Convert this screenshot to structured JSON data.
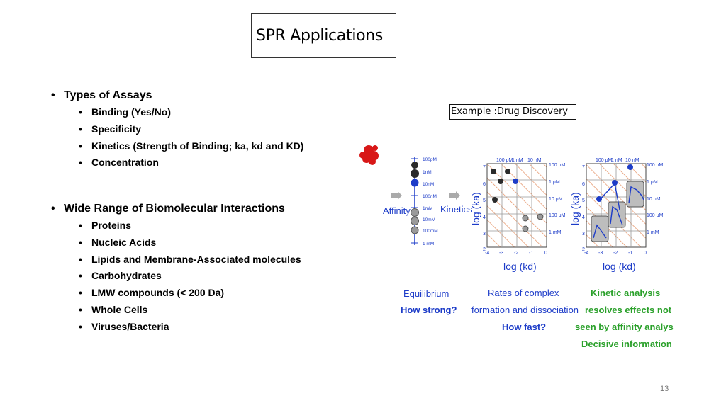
{
  "slide": {
    "title": "SPR Applications",
    "page_number": "13",
    "example_label": "Example :Drug Discovery"
  },
  "assays": {
    "heading": "Types of Assays",
    "items": [
      "Binding (Yes/No)",
      "Specificity",
      "Kinetics (Strength of Binding; ka, kd and KD)",
      "Concentration"
    ]
  },
  "interactions": {
    "heading": "Wide Range of Biomolecular Interactions",
    "items": [
      "Proteins",
      "Nucleic Acids",
      "Lipids and Membrane-Associated molecules",
      "Carbohydrates",
      "LMW compounds (< 200 Da)",
      "Whole Cells",
      "Viruses/Bacteria"
    ]
  },
  "figure": {
    "affinity_label": "Affinity",
    "kinetics_label": "Kinetics",
    "affinity_scale": [
      "100pM",
      "1nM",
      "10nM",
      "100nM",
      "1mM",
      "10mM",
      "100mM",
      "1 mM"
    ],
    "y_axis_label": "log (ka)",
    "x_axis_label": "log (kd)",
    "y_ticks": [
      "7",
      "6",
      "5",
      "4",
      "3",
      "2"
    ],
    "x_ticks": [
      "-4",
      "-3",
      "-2",
      "-1",
      "0"
    ],
    "top_ticks": [
      "100 pM",
      "1 nM",
      "10 nM"
    ],
    "right_ticks": [
      "100 nM",
      "1 μM",
      "10 μM",
      "100 μM",
      "1 mM"
    ],
    "captions": {
      "equilibrium": [
        "Equilibrium",
        "How strong?"
      ],
      "rates": [
        "Rates of complex",
        "formation and dissociation",
        "How fast?"
      ],
      "kinetic": [
        "Kinetic analysis",
        "resolves effects not",
        "seen by affinity analysis.",
        "Decisive information"
      ]
    },
    "colors": {
      "blue": "#1d3cc8",
      "dark": "#2a2a2a",
      "grey": "#8a8a8a",
      "orange": "#e28a5a",
      "green": "#2aa02a",
      "red": "#d81818"
    }
  }
}
